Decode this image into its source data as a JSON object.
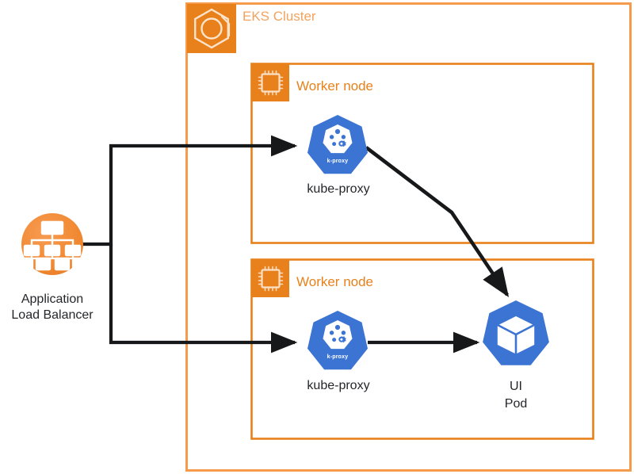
{
  "diagram": {
    "type": "architecture-diagram",
    "background": "#ffffff",
    "colors": {
      "cluster_border": "#F59B4B",
      "node_border": "#E8811B",
      "icon_badge": "#E8811B",
      "cluster_title_text": "#F2A35E",
      "node_title_text": "#E8811B",
      "kubernetes_blue": "#3C74D4",
      "alb_orange": "#F28B36",
      "arrow": "#17181A",
      "label_text": "#25262A"
    },
    "groups": [
      {
        "name": "eks-cluster",
        "title": "EKS Cluster",
        "icon": "eks-hexagon-k-icon"
      },
      {
        "name": "worker-node-top",
        "title": "Worker node",
        "icon": "cpu-chip-icon"
      },
      {
        "name": "worker-node-bottom",
        "title": "Worker node",
        "icon": "cpu-chip-icon"
      }
    ],
    "nodes": [
      {
        "name": "application-load-balancer",
        "label_line1": "Application",
        "label_line2": "Load Balancer",
        "icon": "load-balancer-tree-icon"
      },
      {
        "name": "kube-proxy-top",
        "label": "kube-proxy",
        "icon": "kubernetes-kube-proxy-icon",
        "icon_caption": "k-proxy"
      },
      {
        "name": "kube-proxy-bottom",
        "label": "kube-proxy",
        "icon": "kubernetes-kube-proxy-icon",
        "icon_caption": "k-proxy"
      },
      {
        "name": "ui-pod",
        "label_line1": "UI",
        "label_line2": "Pod",
        "icon": "kubernetes-pod-cube-icon"
      }
    ],
    "connections": [
      {
        "name": "alb-to-kube-proxy-top",
        "from": "application-load-balancer",
        "to": "kube-proxy-top",
        "style": "orthogonal"
      },
      {
        "name": "alb-to-kube-proxy-bottom",
        "from": "application-load-balancer",
        "to": "kube-proxy-bottom",
        "style": "orthogonal"
      },
      {
        "name": "kube-proxy-top-to-ui-pod",
        "from": "kube-proxy-top",
        "to": "ui-pod",
        "style": "diagonal"
      },
      {
        "name": "kube-proxy-bottom-to-ui-pod",
        "from": "kube-proxy-bottom",
        "to": "ui-pod",
        "style": "straight"
      }
    ]
  }
}
